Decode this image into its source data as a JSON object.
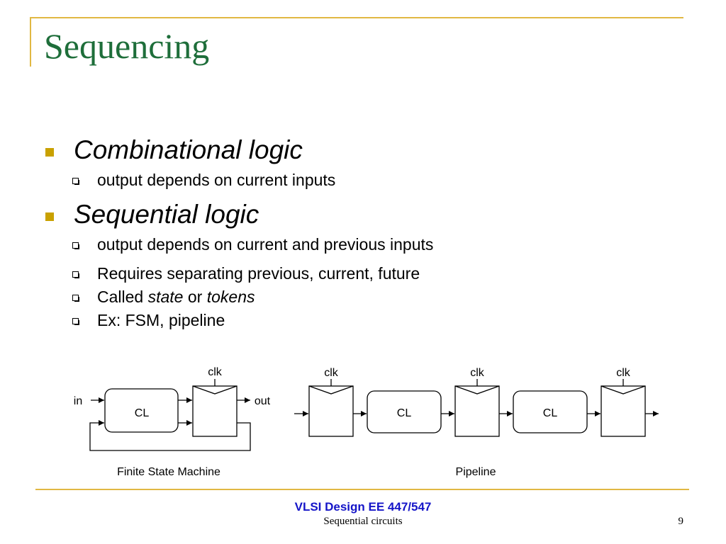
{
  "slide": {
    "title": "Sequencing",
    "bullets": [
      {
        "text": "Combinational logic",
        "subs": [
          "output depends on current inputs"
        ]
      },
      {
        "text": "Sequential logic",
        "subs": [
          "output depends on current and previous inputs",
          "Requires separating previous, current, future",
          {
            "pre": "Called ",
            "em1": "state",
            "mid": " or ",
            "em2": "tokens"
          },
          "Ex: FSM, pipeline"
        ]
      }
    ]
  },
  "diagram": {
    "fsm": {
      "clk": "clk",
      "in": "in",
      "out": "out",
      "cl": "CL",
      "caption": "Finite State Machine"
    },
    "pipeline": {
      "clk": [
        "clk",
        "clk",
        "clk"
      ],
      "cl": [
        "CL",
        "CL"
      ],
      "caption": "Pipeline"
    }
  },
  "footer": {
    "course": "VLSI Design EE 447/547",
    "topic": "Sequential circuits",
    "page": "9"
  },
  "colors": {
    "title": "#1e6e3a",
    "accent": "#e1b843",
    "bullet": "#c9a100",
    "course": "#1515c8"
  }
}
